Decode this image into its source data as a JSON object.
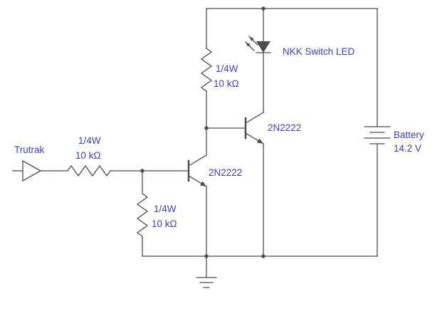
{
  "diagram": {
    "input_label": "Trutrak",
    "r_series": {
      "power": "1/4W",
      "value": "10 kΩ"
    },
    "r_pullup": {
      "power": "1/4W",
      "value": "10 kΩ"
    },
    "r_pulldown": {
      "power": "1/4W",
      "value": "10 kΩ"
    },
    "q1": {
      "part": "2N2222"
    },
    "q2": {
      "part": "2N2222"
    },
    "led": {
      "label": "NKK Switch LED"
    },
    "battery": {
      "name": "Battery",
      "voltage": "14.2 V"
    },
    "colors": {
      "wire": "#4d4d4d",
      "label": "#3f3fbf",
      "background": "#ffffff"
    }
  }
}
